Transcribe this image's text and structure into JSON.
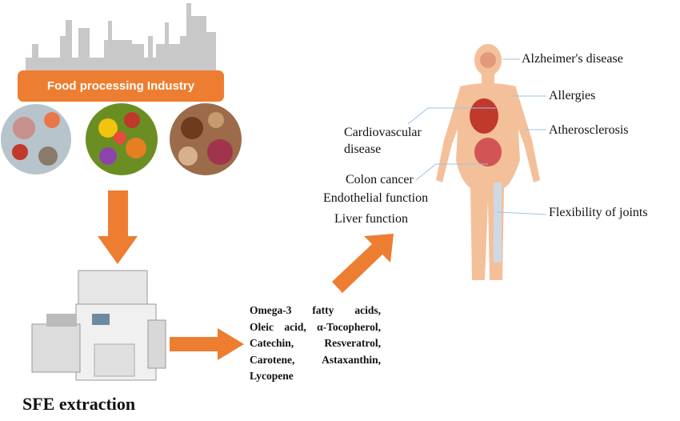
{
  "source": {
    "banner_label": "Food processing Industry"
  },
  "process": {
    "label": "SFE extraction"
  },
  "compounds": {
    "lines": [
      "Omega-3 fatty acids,",
      "Oleic acid, α-Tocopherol,",
      "Catechin, Resveratrol,",
      "Carotene, Astaxanthin,",
      "Lycopene"
    ]
  },
  "health": {
    "left": [
      "Cardiovascular disease",
      "Colon cancer",
      "Endothelial function",
      "Liver function"
    ],
    "right": [
      "Alzheimer's disease",
      "Allergies",
      "Atherosclerosis",
      "Flexibility of joints"
    ]
  },
  "colors": {
    "accent": "#ed7d31",
    "skyline": "#c8c8c8",
    "leader_line": "#9dc3e6"
  }
}
